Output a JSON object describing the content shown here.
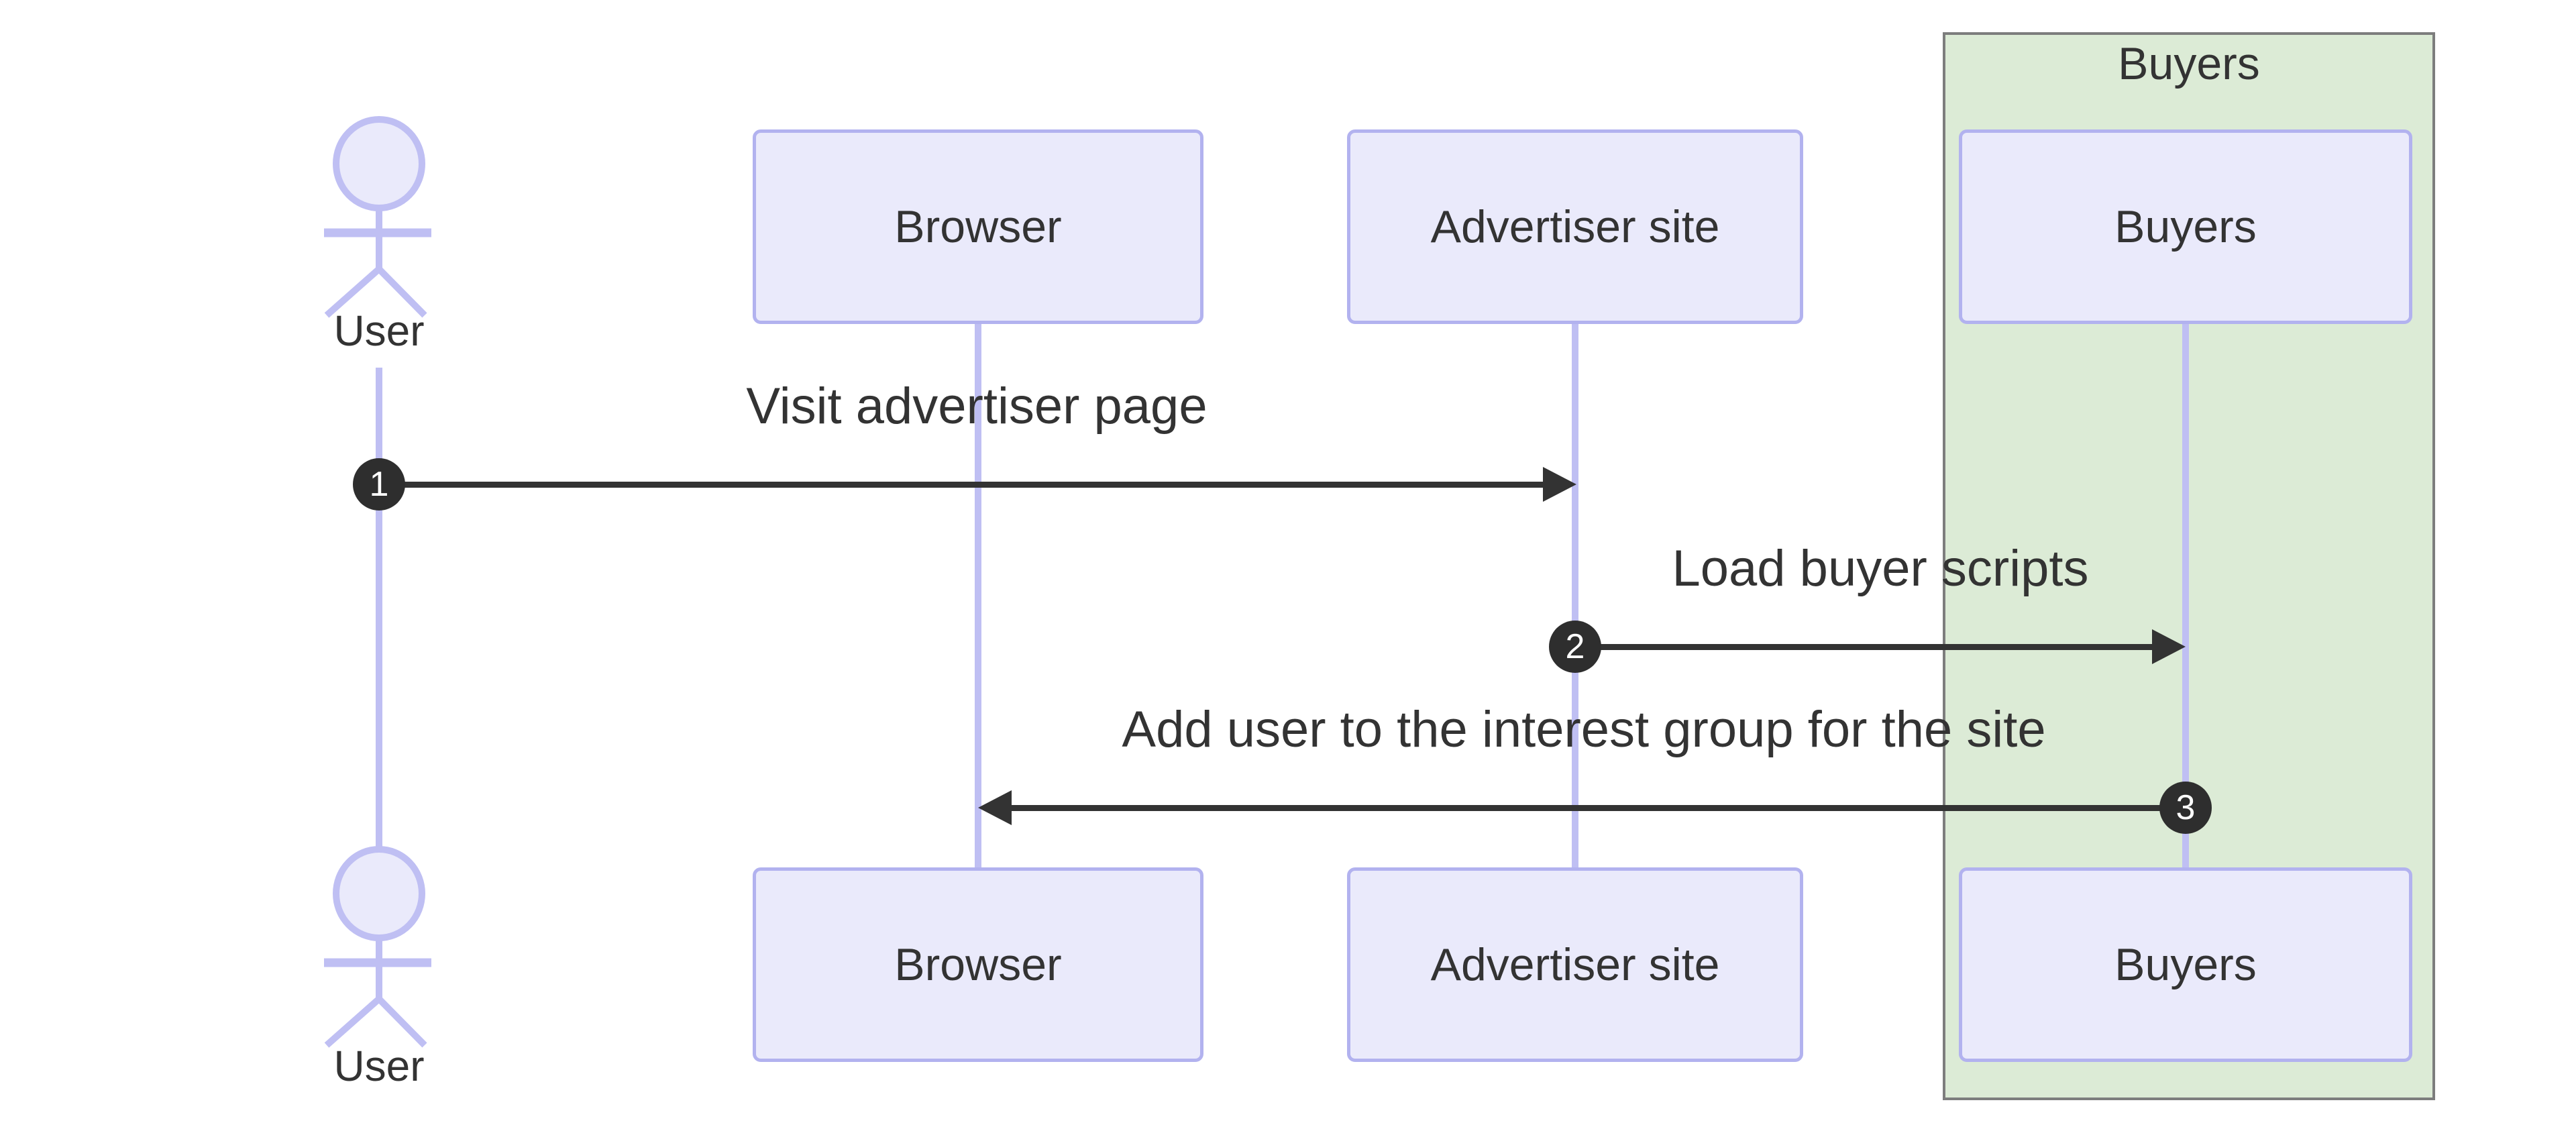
{
  "diagram_type": "sequence-diagram",
  "colors": {
    "background": "#ffffff",
    "participant_fill": "#EAEAFB",
    "participant_border": "#B2B2EF",
    "lifeline": "#BFBFF3",
    "group_fill": "#DCEBD6",
    "group_border": "#7d7d7d",
    "message_line": "#333333",
    "text": "#333333",
    "badge_fill": "#2E2E2E",
    "badge_text": "#ffffff"
  },
  "actor": {
    "label": "User"
  },
  "participants": {
    "browser": {
      "label": "Browser"
    },
    "advertiser": {
      "label": "Advertiser site"
    },
    "buyers": {
      "label": "Buyers"
    }
  },
  "group": {
    "label": "Buyers"
  },
  "messages": [
    {
      "seq": "1",
      "label": "Visit advertiser page",
      "from": "User",
      "to": "Advertiser site"
    },
    {
      "seq": "2",
      "label": "Load buyer scripts",
      "from": "Advertiser site",
      "to": "Buyers"
    },
    {
      "seq": "3",
      "label": "Add user to the interest group for the site",
      "from": "Buyers",
      "to": "Browser"
    }
  ]
}
